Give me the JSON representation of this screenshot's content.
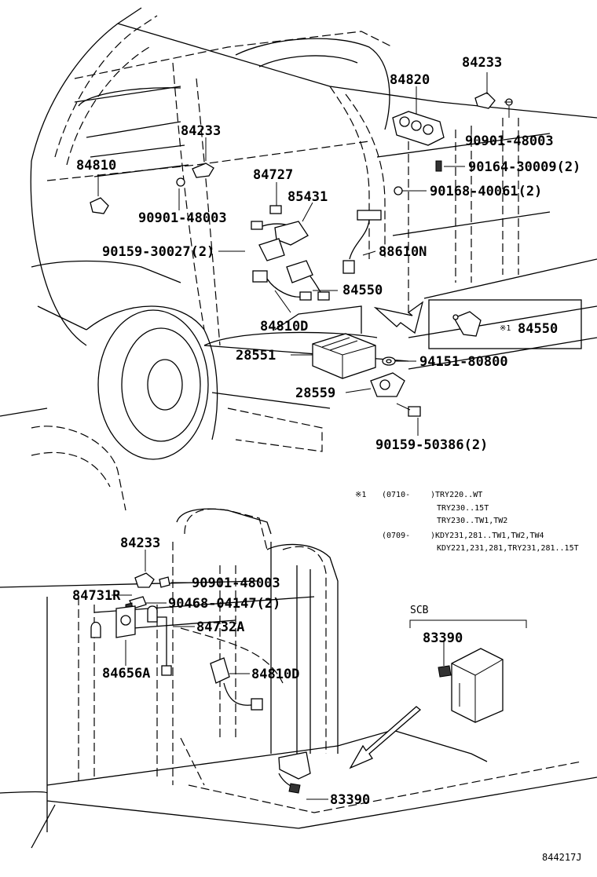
{
  "parts": {
    "p84233_top": "84233",
    "p84820": "84820",
    "p90901_a": "90901-48003",
    "p90164": "90164-30009(2)",
    "p90168": "90168-40061(2)",
    "p84233_mid": "84233",
    "p84810": "84810",
    "p84727": "84727",
    "p85431": "85431",
    "p90901_b": "90901-48003",
    "p90159_a": "90159-30027(2)",
    "p88610N": "88610N",
    "p84550": "84550",
    "p84810D": "84810D",
    "p84550_inset": "84550",
    "inset_marker": "※1",
    "p28551": "28551",
    "p94151": "94151-80800",
    "p28559": "28559",
    "p90159_b": "90159-50386(2)",
    "p84233_bot": "84233",
    "p90901_c": "90901-48003",
    "p84731R": "84731R",
    "p90468": "90468-04147(2)",
    "p84732A": "84732A",
    "p84656A": "84656A",
    "p84810D_bot": "84810D",
    "p83390_scb": "83390",
    "p83390": "83390"
  },
  "notes": {
    "marker": "※1",
    "r1_date": "(0710-",
    "r1_a": ")TRY220..WT",
    "r1_b": "TRY230..15T",
    "r1_c": "TRY230..TW1,TW2",
    "r2_date": "(0709-",
    "r2_a": ")KDY231,281..TW1,TW2,TW4",
    "r2_b": "KDY221,231,281,TRY231,281..15T"
  },
  "scb_label": "SCB",
  "figure_id": "844217J"
}
